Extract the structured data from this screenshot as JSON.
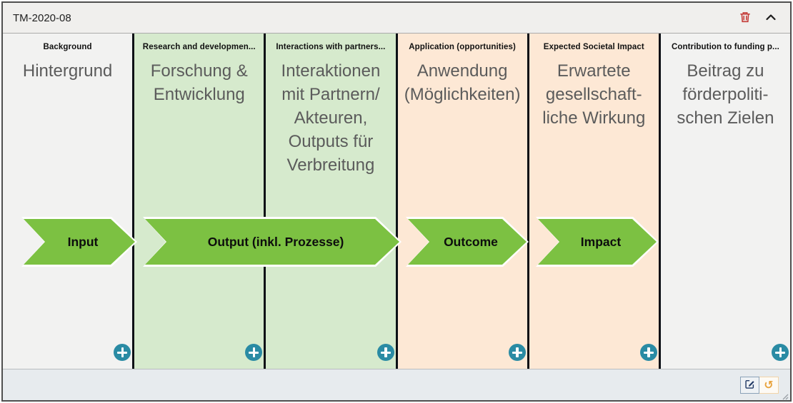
{
  "window": {
    "title": "TM-2020-08"
  },
  "columns": [
    {
      "header": "Background",
      "title": "Hintergrund",
      "color": "#f2f2f1"
    },
    {
      "header": "Research and developmen...",
      "title": "Forschung &\nEntwicklung",
      "color": "#d6eacd"
    },
    {
      "header": "Interactions with partners...",
      "title": "Interaktionen\nmit Partnern/\nAkteuren,\nOutputs für\nVerbreitung",
      "color": "#d6eacd"
    },
    {
      "header": "Application (opportunities)",
      "title": "Anwendung\n(Möglichkeiten)",
      "color": "#fde8d5"
    },
    {
      "header": "Expected Societal Impact",
      "title": "Erwartete\ngesellschaft-\nliche Wirkung",
      "color": "#fde8d5"
    },
    {
      "header": "Contribution to funding p...",
      "title": "Beitrag zu\nförderpoliti-\nschen Zielen",
      "color": "#f2f2f1"
    }
  ],
  "arrows": [
    {
      "label": "Input"
    },
    {
      "label": "Output (inkl. Prozesse)"
    },
    {
      "label": "Outcome"
    },
    {
      "label": "Impact"
    }
  ],
  "icons": {
    "delete": "trash-icon",
    "collapse": "chevron-up-icon",
    "add": "plus-circle-icon",
    "edit": "edit-pencil-icon",
    "undo": "undo-arrow-icon",
    "resize": "resize-grip-icon",
    "undo_glyph": "↺"
  },
  "colors": {
    "arrow_green": "#7cc142",
    "column_green": "#d6eacd",
    "column_peach": "#fde8d5",
    "column_gray": "#f2f2f1",
    "separator": "#0c1016",
    "add_button_teal": "#2a8ba4",
    "delete_icon_red": "#c43a36",
    "edit_icon_navy": "#1f3864",
    "undo_icon_orange": "#e8a33d",
    "titlebar_bg": "#f0efed",
    "footer_bg": "#e7ebee"
  }
}
